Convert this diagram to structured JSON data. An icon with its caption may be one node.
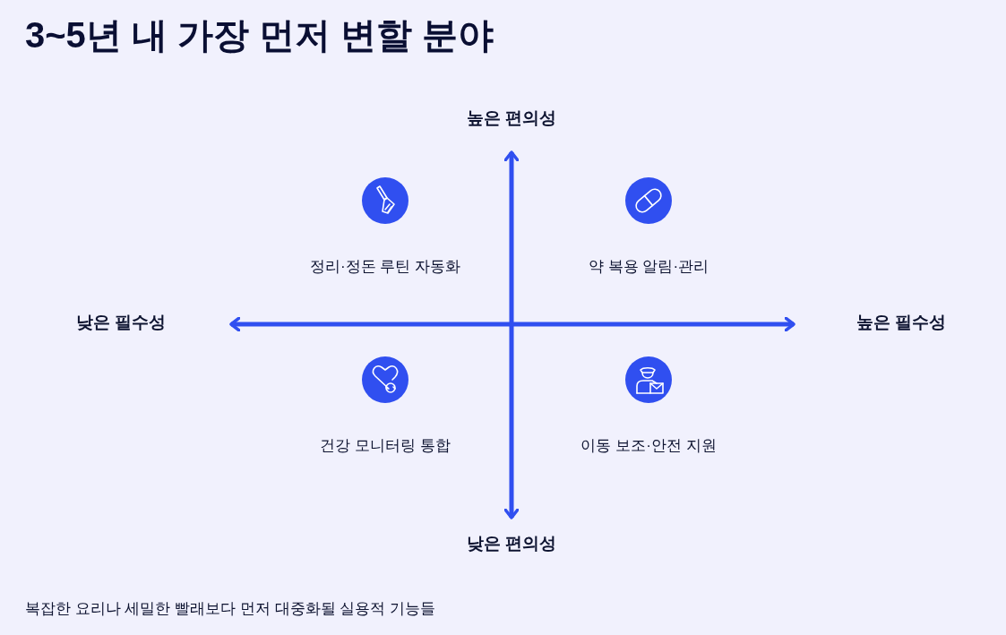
{
  "diagram": {
    "title": "3~5년 내 가장 먼저 변할 분야",
    "caption": "복잡한 요리나 세밀한 빨래보다 먼저 대중화될 실용적 기능들",
    "labels": [
      "높은 편의성",
      "정리·정돈 루틴 자동화",
      "약 복용 알림·관리",
      "낮은 필수성",
      "높은 필수성",
      "건강 모니터링 통합",
      "이동 보조·안전 지원",
      "낮은 편의성"
    ]
  }
}
